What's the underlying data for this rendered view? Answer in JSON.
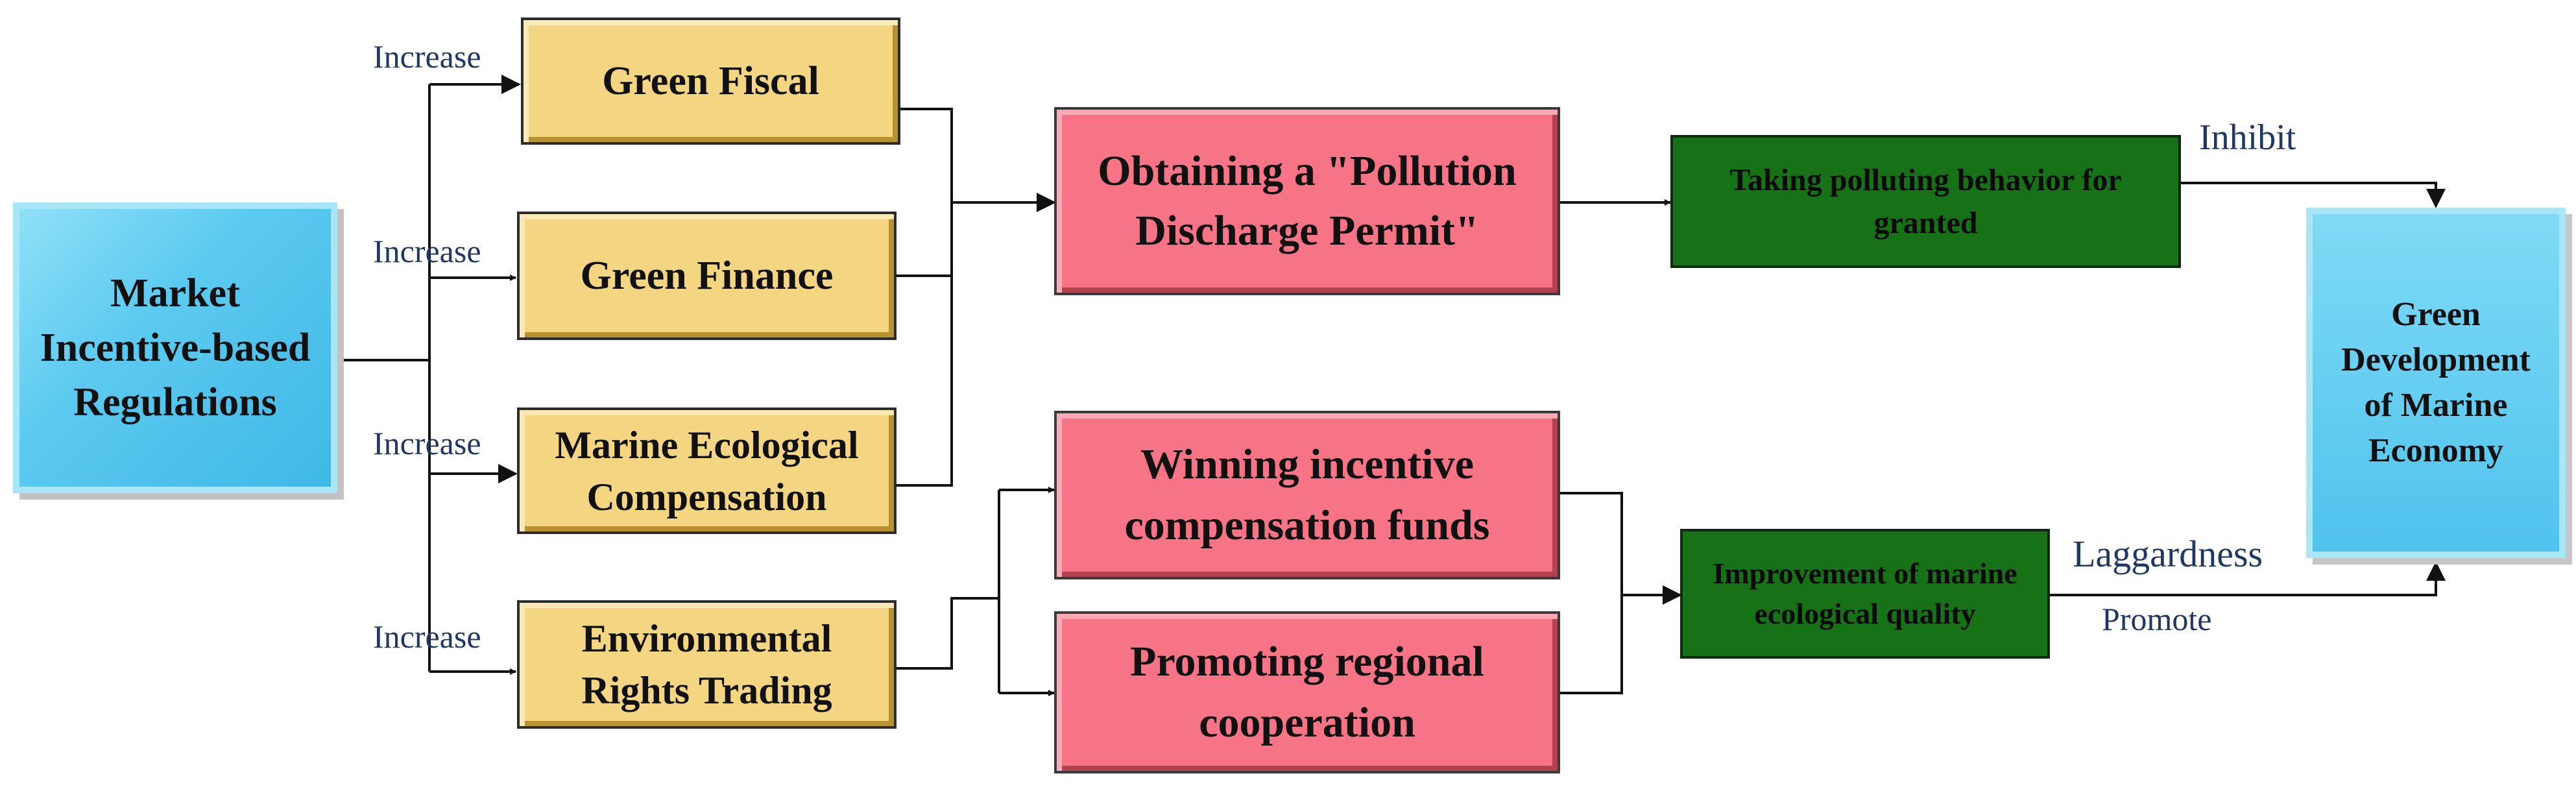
{
  "source": {
    "label": "Market Incentive-based Regulations"
  },
  "instruments": [
    {
      "label": "Green Fiscal",
      "edge_label": "Increase"
    },
    {
      "label": "Green Finance",
      "edge_label": "Increase"
    },
    {
      "label": "Marine Ecological Compensation",
      "edge_label": "Increase"
    },
    {
      "label": "Environmental Rights Trading",
      "edge_label": "Increase"
    }
  ],
  "mechanisms": {
    "permit": "Obtaining a \"Pollution Discharge Permit\"",
    "funds": "Winning incentive compensation funds",
    "cooperation": "Promoting regional cooperation"
  },
  "effects": {
    "polluting": "Taking polluting behavior for granted",
    "improvement": "Improvement of marine ecological quality"
  },
  "edge_labels": {
    "inhibit": "Inhibit",
    "laggardness": "Laggardness",
    "promote": "Promote"
  },
  "outcome": {
    "label": "Green Development of Marine Economy"
  },
  "colors": {
    "source_fill": "#4fc3ee",
    "instrument_fill": "#f4d682",
    "mechanism_fill": "#f67485",
    "effect_fill": "#177117",
    "outcome_fill": "#4fc3ee",
    "edge_label_text": "#1f3864"
  }
}
